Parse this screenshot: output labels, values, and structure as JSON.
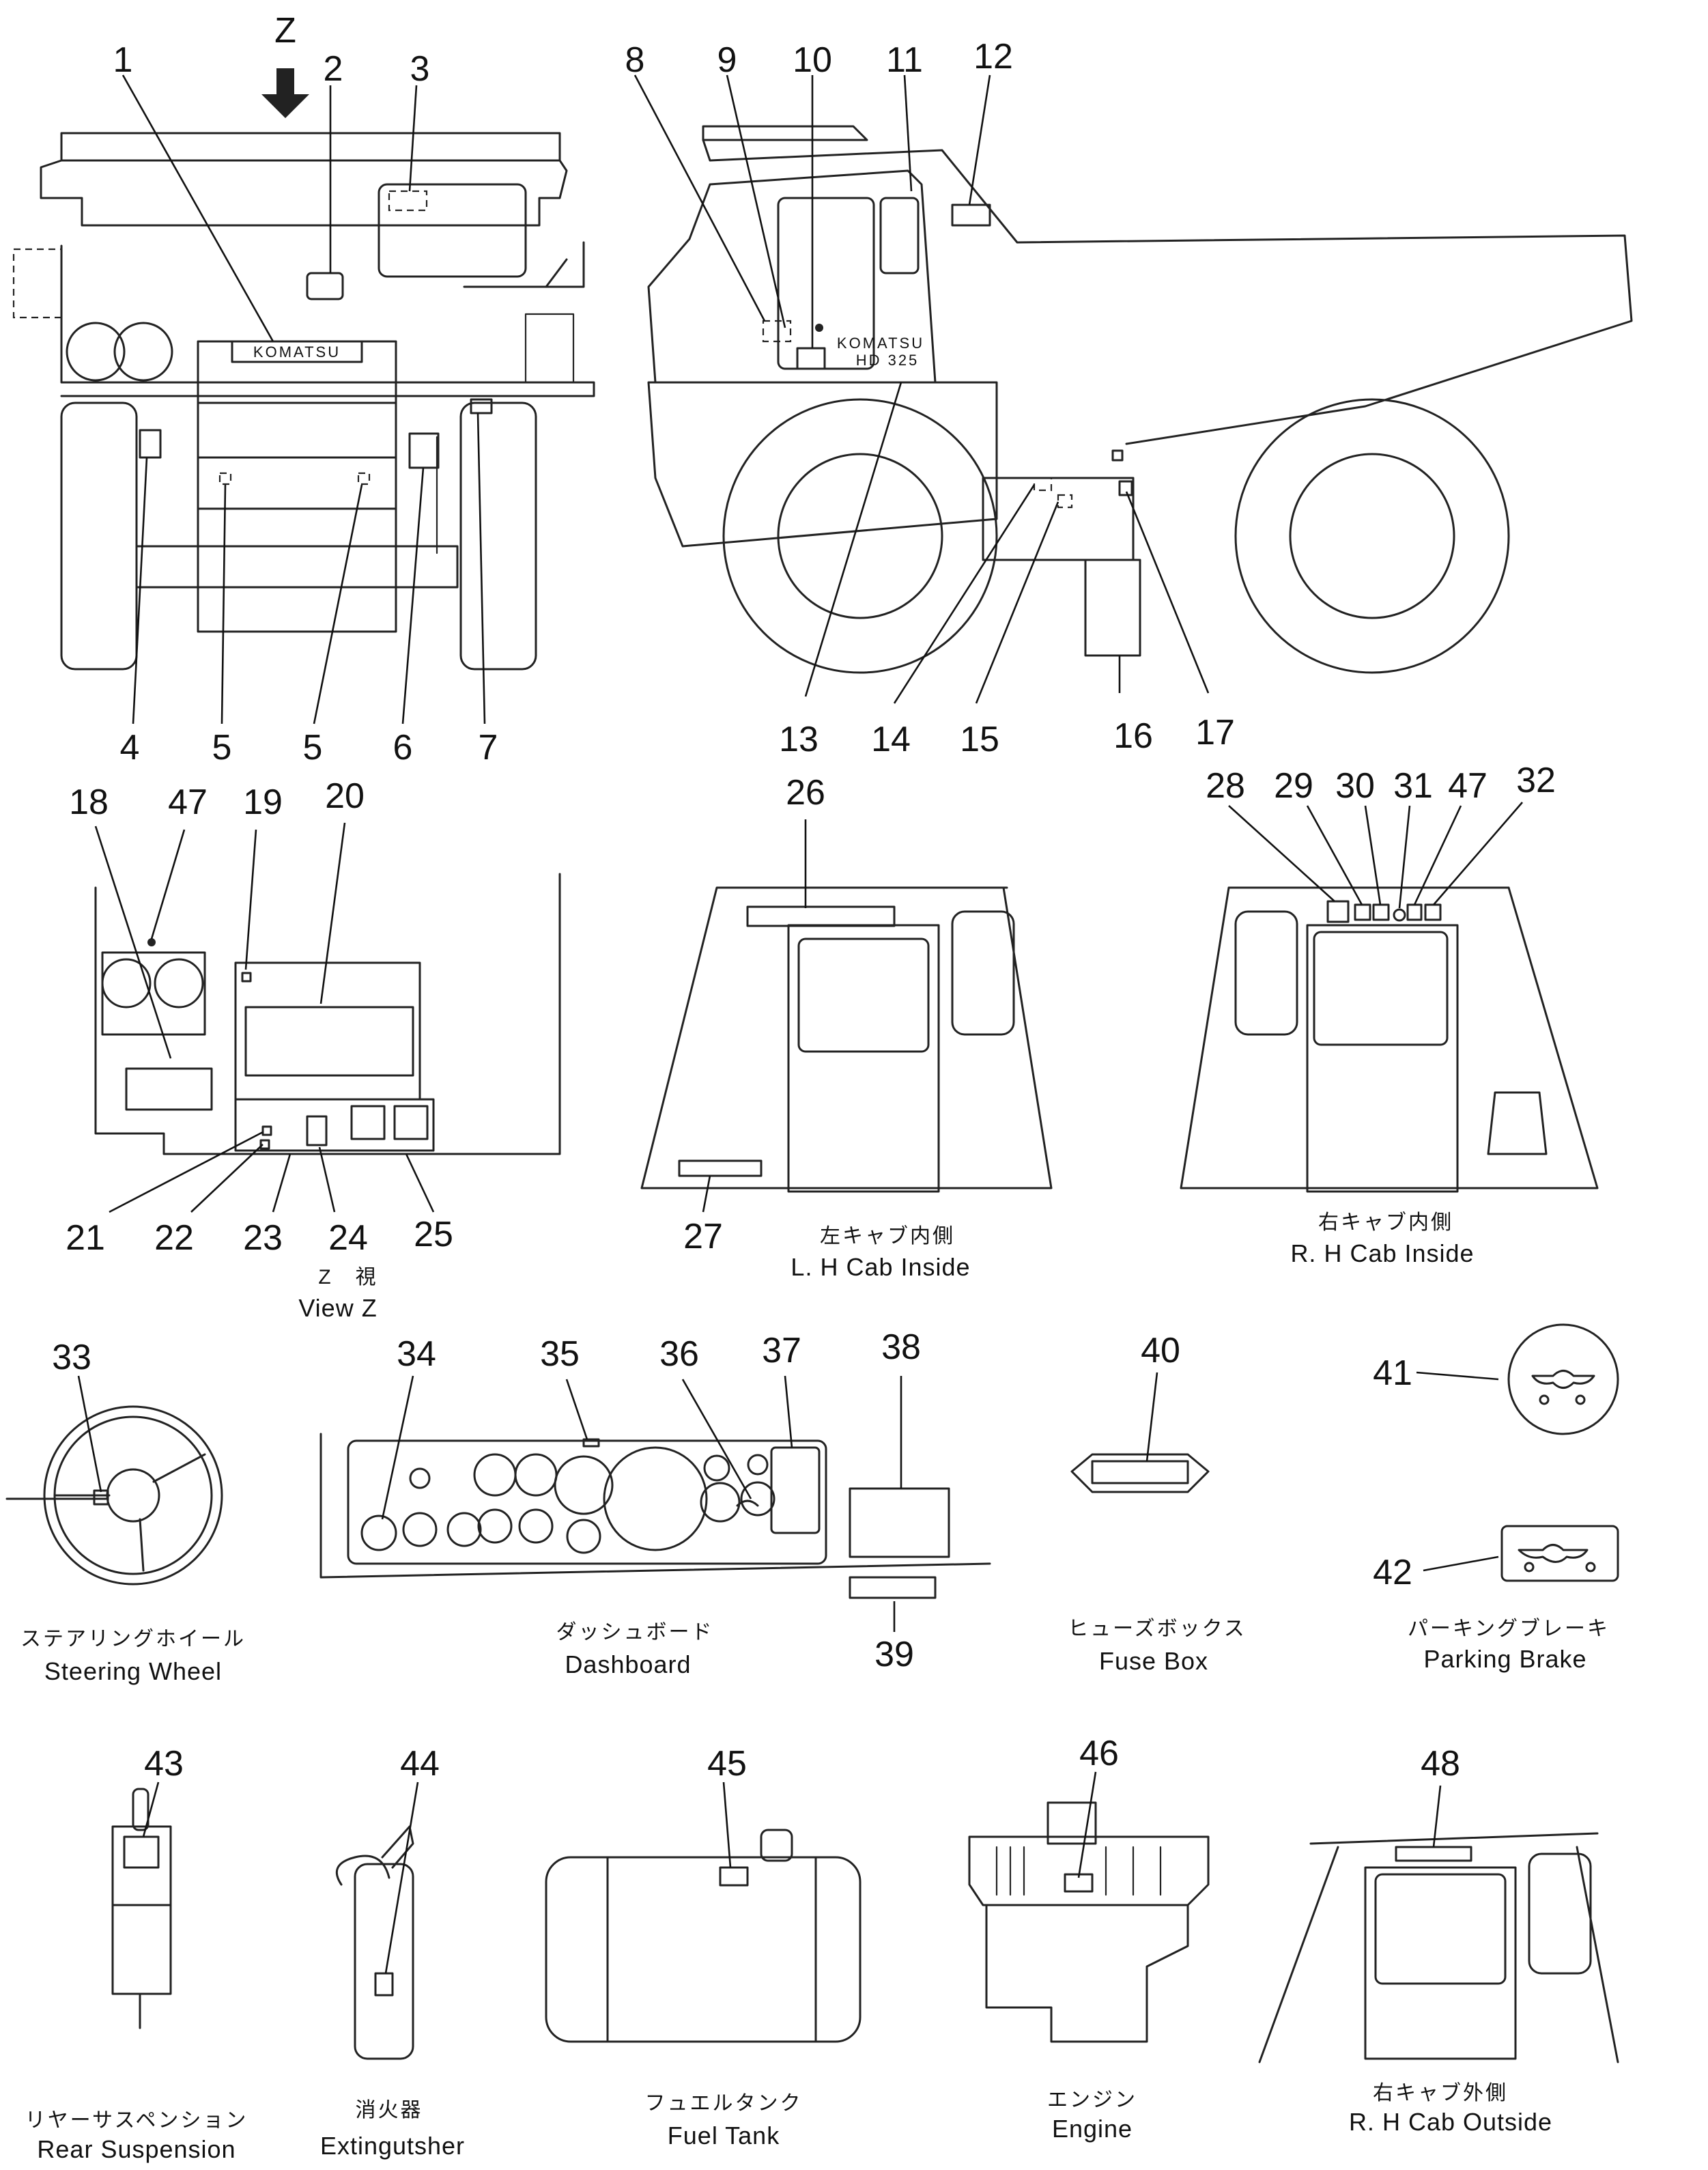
{
  "view_marker": "Z",
  "part_numbers": [
    "1",
    "2",
    "3",
    "4",
    "5",
    "5",
    "6",
    "7",
    "8",
    "9",
    "10",
    "11",
    "12",
    "13",
    "14",
    "15",
    "16",
    "17",
    "18",
    "47",
    "19",
    "20",
    "21",
    "22",
    "23",
    "24",
    "25",
    "26",
    "27",
    "28",
    "29",
    "30",
    "31",
    "47",
    "32",
    "33",
    "34",
    "35",
    "36",
    "37",
    "38",
    "39",
    "40",
    "41",
    "42",
    "43",
    "44",
    "45",
    "46",
    "48"
  ],
  "truck_labels": {
    "front_logo": "KOMATSU",
    "side_logo_small": "KOMATSU",
    "side_model": "HD 325"
  },
  "captions": {
    "view_z_jp": "Z　視",
    "view_z_en": "View Z",
    "lh_cab_inside_jp": "左キャブ内側",
    "lh_cab_inside_en": "L. H Cab Inside",
    "rh_cab_inside_jp": "右キャブ内側",
    "rh_cab_inside_en": "R. H Cab Inside",
    "steering_jp": "ステアリングホイール",
    "steering_en": "Steering Wheel",
    "dashboard_jp": "ダッシュボード",
    "dashboard_en": "Dashboard",
    "fuse_jp": "ヒューズボックス",
    "fuse_en": "Fuse Box",
    "parking_jp": "パーキングブレーキ",
    "parking_en": "Parking Brake",
    "rear_susp_jp": "リヤーサスペンション",
    "rear_susp_en": "Rear Suspension",
    "extinguisher_jp": "消火器",
    "extinguisher_en": "Extingutsher",
    "fuel_jp": "フュエルタンク",
    "fuel_en": "Fuel Tank",
    "engine_jp": "エンジン",
    "engine_en": "Engine",
    "rh_cab_outside_jp": "右キャブ外側",
    "rh_cab_outside_en": "R. H Cab Outside"
  }
}
